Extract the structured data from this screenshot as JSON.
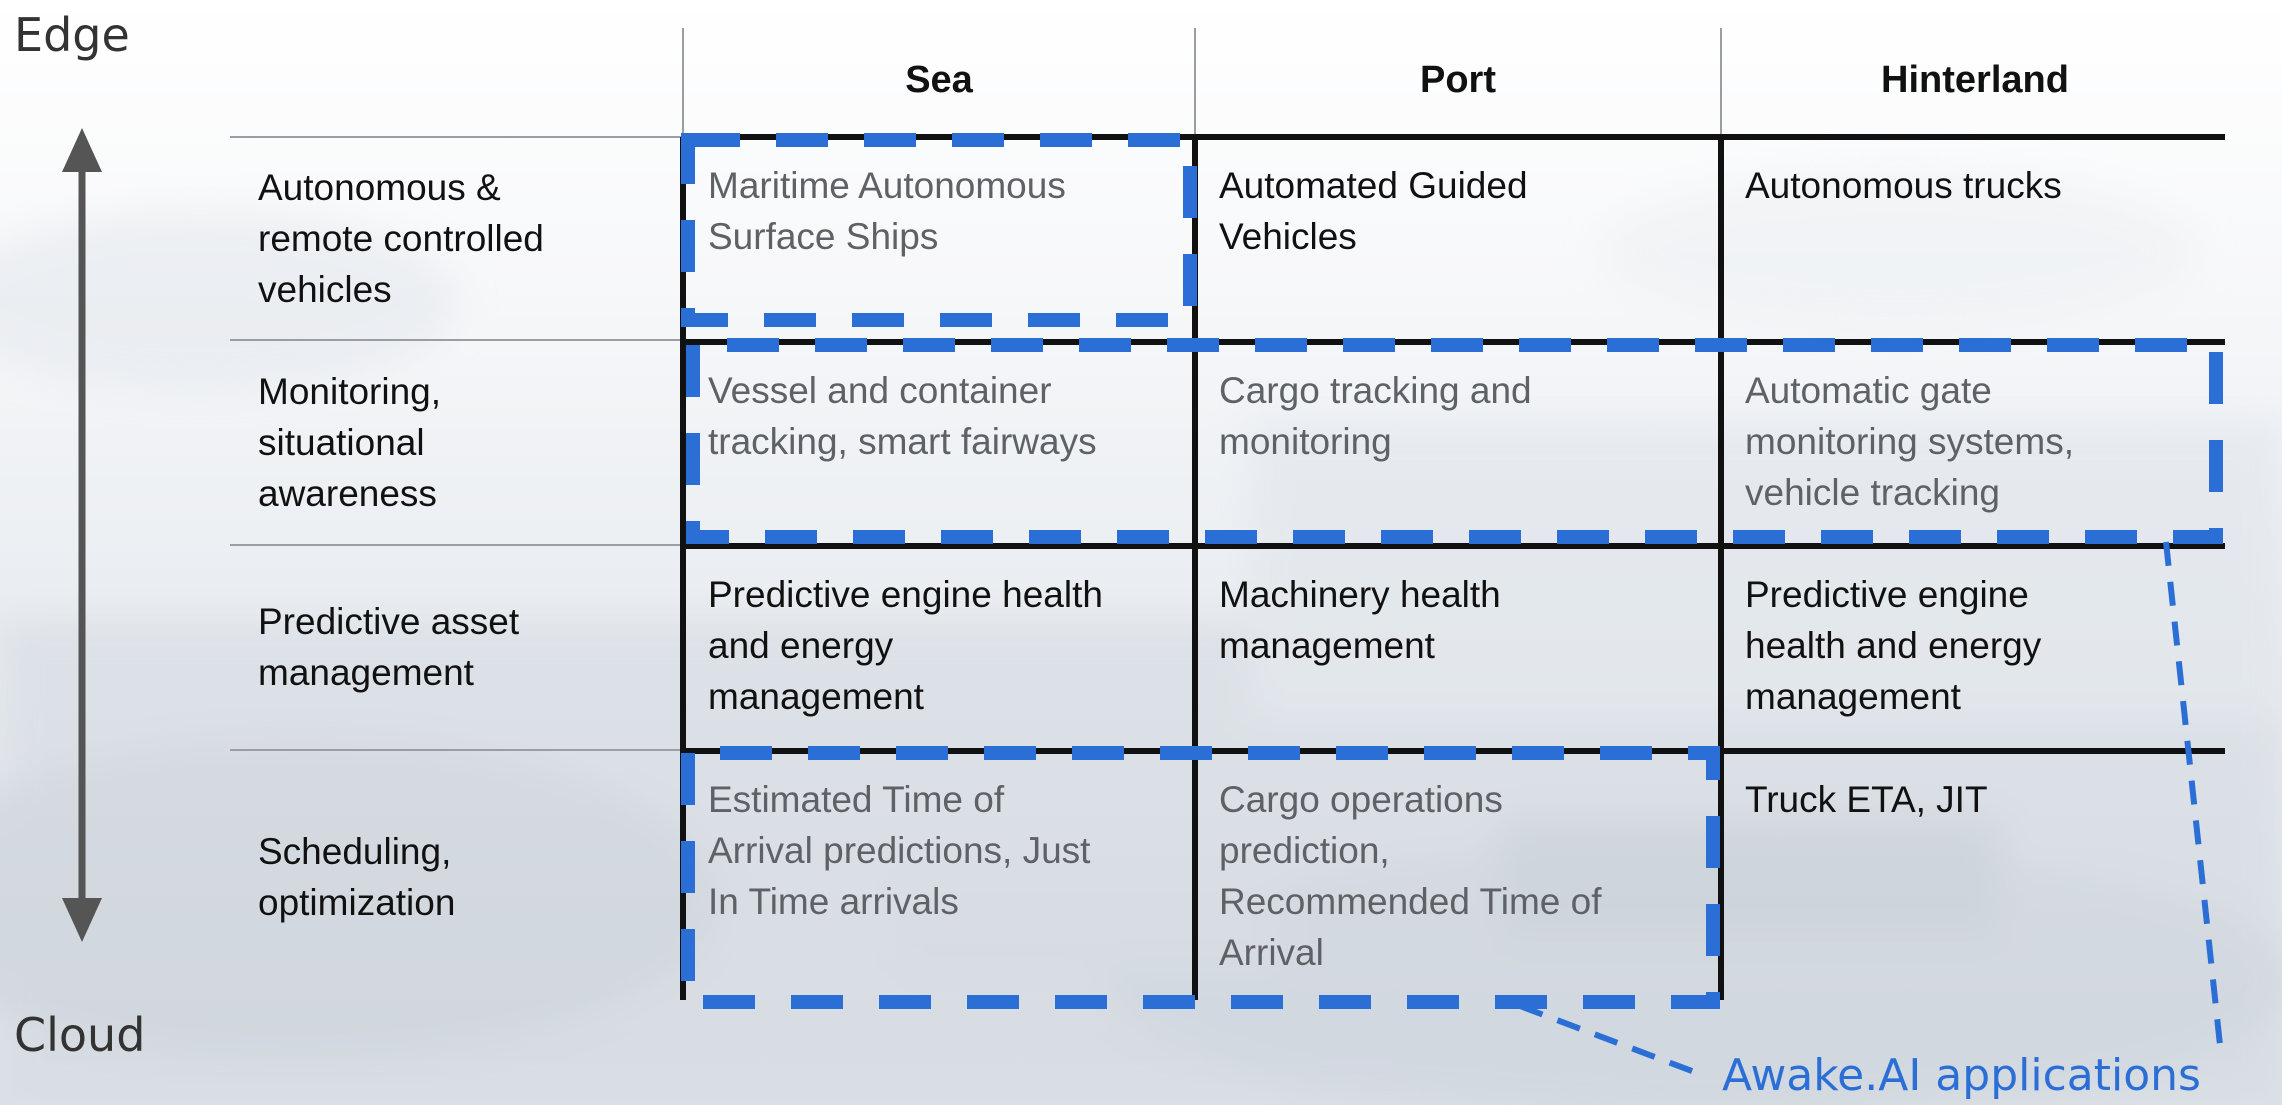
{
  "axis": {
    "top_label": "Edge",
    "bottom_label": "Cloud"
  },
  "columns": [
    "Sea",
    "Port",
    "Hinterland"
  ],
  "rows": [
    {
      "label": [
        "Autonomous &",
        "remote controlled",
        "vehicles"
      ],
      "cells": [
        {
          "lines": [
            "Maritime Autonomous",
            "Surface Ships"
          ],
          "highlighted": true
        },
        {
          "lines": [
            "Automated Guided",
            "Vehicles"
          ],
          "highlighted": false
        },
        {
          "lines": [
            "Autonomous trucks"
          ],
          "highlighted": false
        }
      ]
    },
    {
      "label": [
        "Monitoring,",
        "situational",
        "awareness"
      ],
      "cells": [
        {
          "lines": [
            "Vessel and container",
            "tracking, smart fairways"
          ],
          "highlighted": true
        },
        {
          "lines": [
            "Cargo tracking and",
            "monitoring"
          ],
          "highlighted": true
        },
        {
          "lines": [
            "Automatic gate",
            "monitoring systems,",
            "vehicle tracking"
          ],
          "highlighted": true
        }
      ]
    },
    {
      "label": [
        "Predictive asset",
        "management"
      ],
      "cells": [
        {
          "lines": [
            "Predictive engine health",
            "and energy",
            "management"
          ],
          "highlighted": false
        },
        {
          "lines": [
            "Machinery health",
            "management"
          ],
          "highlighted": false
        },
        {
          "lines": [
            "Predictive engine",
            "health and energy",
            "management"
          ],
          "highlighted": false
        }
      ]
    },
    {
      "label": [
        "Scheduling,",
        "optimization"
      ],
      "cells": [
        {
          "lines": [
            "Estimated Time of",
            "Arrival predictions, Just",
            "In Time arrivals"
          ],
          "highlighted": true
        },
        {
          "lines": [
            "Cargo operations",
            "prediction,",
            "Recommended Time of",
            "Arrival"
          ],
          "highlighted": true
        },
        {
          "lines": [
            "Truck ETA, JIT"
          ],
          "highlighted": false
        }
      ]
    }
  ],
  "legend": {
    "label": "Awake.AI applications"
  },
  "colors": {
    "highlight": "#2b6fd6",
    "grid": "#111111",
    "arrow": "#555555"
  }
}
